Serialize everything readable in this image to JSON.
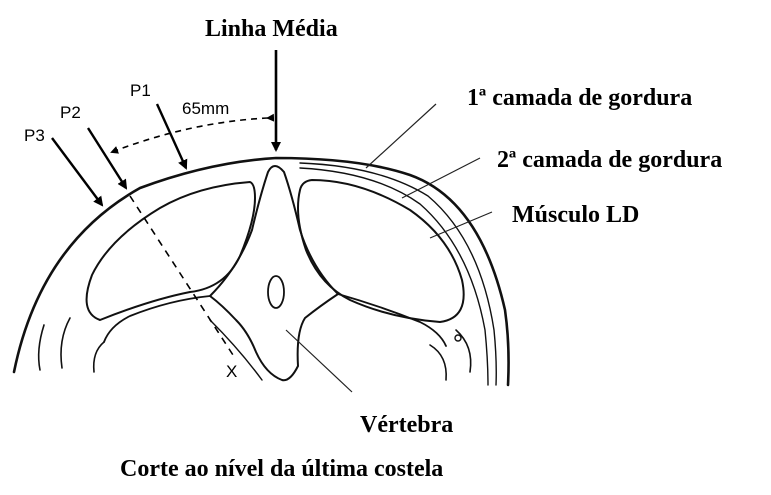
{
  "labels": {
    "linha_media": "Linha Média",
    "camada1": "1ª camada de gordura",
    "camada2": "2ª camada de gordura",
    "musculo": "Músculo LD",
    "vertebra": "Vértebra",
    "caption": "Corte ao nível da última costela"
  },
  "points": {
    "p1": "P1",
    "p2": "P2",
    "p3": "P3",
    "distance": "65mm",
    "x_mark": "X"
  }
}
